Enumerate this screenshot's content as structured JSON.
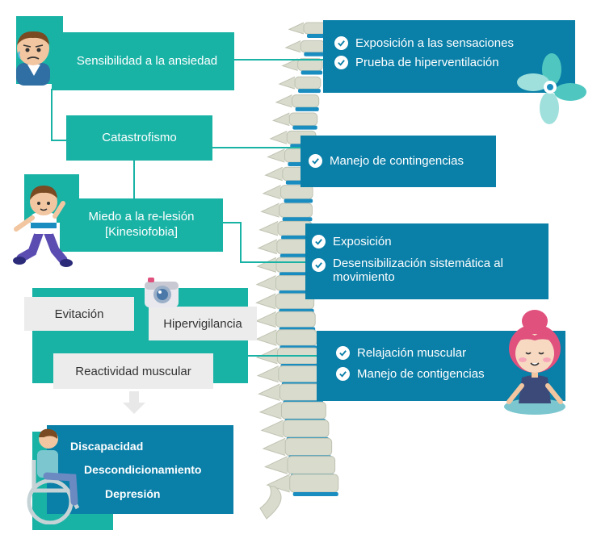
{
  "left": {
    "anxiety": "Sensibilidad a la ansiedad",
    "catastro": "Catastrofismo",
    "fear_line1": "Miedo a la re-lesión",
    "fear_line2": "[Kinesiofobia]",
    "avoid": "Evitación",
    "hyper": "Hipervigilancia",
    "muscular": "Reactividad muscular"
  },
  "outcomes": [
    "Discapacidad",
    "Descondicionamiento",
    "Depresión"
  ],
  "right": {
    "box1": [
      "Exposición a las sensaciones",
      "Prueba de hiperventilación"
    ],
    "box2": [
      "Manejo de contingencias"
    ],
    "box3": [
      "Exposición",
      "Desensibilización sistemática al movimiento"
    ],
    "box4": [
      "Relajación muscular",
      "Manejo de contigencias"
    ]
  },
  "colors": {
    "teal": "#19b3a6",
    "blue": "#0a7fa8",
    "grey": "#ececec",
    "spine": "#d9dccd",
    "disc": "#1a8dc0"
  },
  "icons": [
    "anxious-face-icon",
    "boy-running-icon",
    "camera-icon",
    "wheelchair-person-icon",
    "girl-meditating-icon",
    "flower-icon",
    "down-arrow-icon",
    "check-icon"
  ]
}
